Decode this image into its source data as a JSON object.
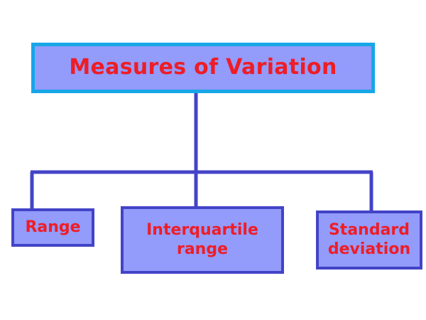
{
  "diagram": {
    "type": "hierarchy-tree",
    "title": "Measures of Variation",
    "background_color": "#ffffff",
    "root": {
      "label": "Measures of Variation",
      "fill_color": "#939bfb",
      "border_color": "#17a6e8",
      "text_color": "#ee1d26"
    },
    "connector_color": "#4343c8",
    "children": [
      {
        "id": "range",
        "label": "Range",
        "fill_color": "#939bfb",
        "border_color": "#4343c8",
        "text_color": "#ee1d26"
      },
      {
        "id": "interquartile-range",
        "label": "Interquartile range",
        "line_1": "Interquartile",
        "line_2": "range",
        "fill_color": "#939bfb",
        "border_color": "#4343c8",
        "text_color": "#ee1d26"
      },
      {
        "id": "standard-deviation",
        "label": "Standard deviation",
        "line_1": "Standard",
        "line_2": "deviation",
        "fill_color": "#939bfb",
        "border_color": "#4343c8",
        "text_color": "#ee1d26"
      }
    ]
  }
}
